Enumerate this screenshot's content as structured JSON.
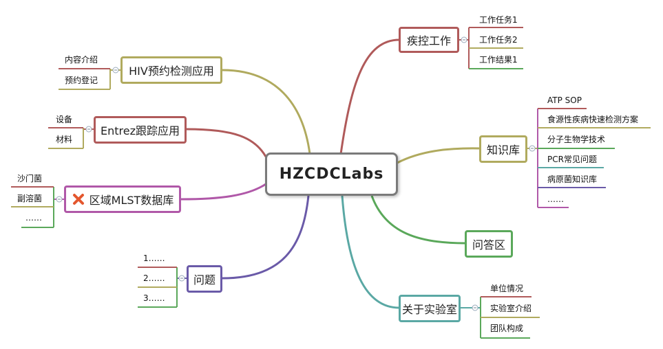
{
  "root": {
    "label": "HZCDCLabs"
  },
  "colors": {
    "red": "#b05a5a",
    "olive": "#b0aa5e",
    "green": "#5aa85a",
    "teal": "#5aa8a4",
    "purple": "#6a5aa8",
    "magenta": "#b058a8",
    "gray": "#7a7a7a"
  },
  "branches": {
    "cdc_work": {
      "label": "疾控工作",
      "children": [
        "工作任务1",
        "工作任务2",
        "工作结果1"
      ]
    },
    "knowledge": {
      "label": "知识库",
      "children": [
        "ATP SOP",
        "食源性疾病快速检测方案",
        "分子生物学技术",
        "PCR常见问题",
        "病原菌知识库",
        "……"
      ]
    },
    "qa": {
      "label": "问答区"
    },
    "about": {
      "label": "关于实验室",
      "children": [
        "单位情况",
        "实验室介绍",
        "团队构成"
      ]
    },
    "hiv": {
      "label": "HIV预约检测应用",
      "children": [
        "内容介绍",
        "预约登记"
      ]
    },
    "entrez": {
      "label": "Entrez跟踪应用",
      "children": [
        "设备",
        "材料"
      ]
    },
    "mlst": {
      "label": "区域MLST数据库",
      "icon": "close-x-icon",
      "children": [
        "沙门菌",
        "副溶菌",
        "……"
      ]
    },
    "issues": {
      "label": "问题",
      "children": [
        "1……",
        "2……",
        "3……"
      ]
    }
  }
}
